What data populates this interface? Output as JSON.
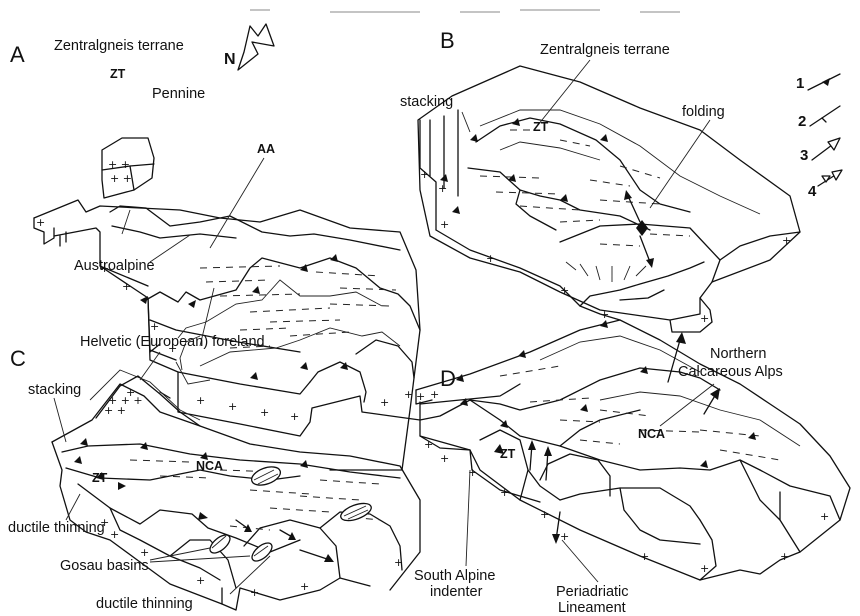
{
  "panels": {
    "a": {
      "letter": "A",
      "zentralgneis": "Zentralgneis terrane",
      "zt": "ZT",
      "pennine": "Pennine",
      "aa": "AA",
      "austroalpine": "Austroalpine"
    },
    "b": {
      "letter": "B",
      "zentralgneis": "Zentralgneis terrane",
      "stacking": "stacking",
      "zt": "ZT",
      "folding": "folding"
    },
    "c": {
      "letter": "C",
      "helvetic": "Helvetic (European) foreland",
      "stacking": "stacking",
      "nca": "NCA",
      "zt": "ZT",
      "ductile_thinning_1": "ductile thinning",
      "gosau": "Gosau basins",
      "ductile_thinning_2": "ductile thinning"
    },
    "d": {
      "letter": "D",
      "northern": "Northern",
      "calcareous": "Calcareous Alps",
      "nca": "NCA",
      "zt": "ZT",
      "south_alpine_1": "South Alpine",
      "south_alpine_2": "indenter",
      "periadriatic_1": "Periadriatic",
      "periadriatic_2": "Lineament"
    }
  },
  "north_label": "N",
  "legend": {
    "items": [
      "1",
      "2",
      "3",
      "4"
    ]
  }
}
